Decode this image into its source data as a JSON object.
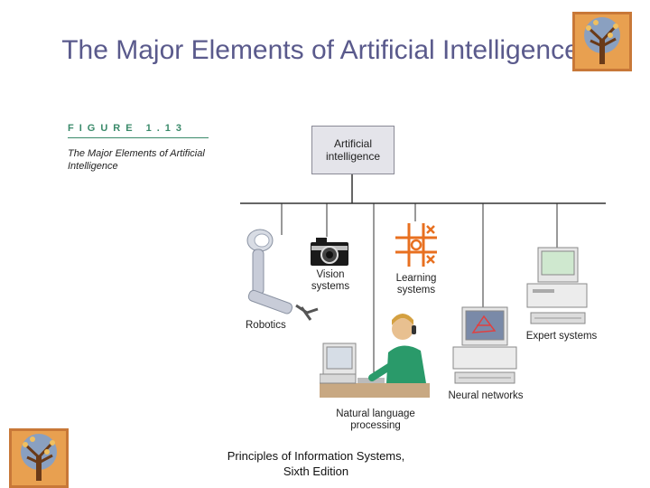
{
  "slide": {
    "title": "The Major Elements of Artificial Intelligence",
    "footer_line1": "Principles of Information Systems,",
    "footer_line2": "Sixth Edition"
  },
  "figure": {
    "label": "FIGURE 1.13",
    "caption": "The Major Elements of Artificial Intelligence"
  },
  "diagram": {
    "root": "Artificial intelligence",
    "nodes": {
      "robotics": "Robotics",
      "vision": "Vision systems",
      "learning": "Learning systems",
      "nlp": "Natural language processing",
      "neural": "Neural networks",
      "expert": "Expert systems"
    }
  },
  "icons": [
    "tree-logo-icon",
    "robot-arm-icon",
    "camera-icon",
    "tic-tac-toe-icon",
    "computer-icon",
    "operator-icon"
  ],
  "colors": {
    "title": "#5a5a8c",
    "figure_accent": "#3a8a6a",
    "learning_icon": "#e87020"
  }
}
